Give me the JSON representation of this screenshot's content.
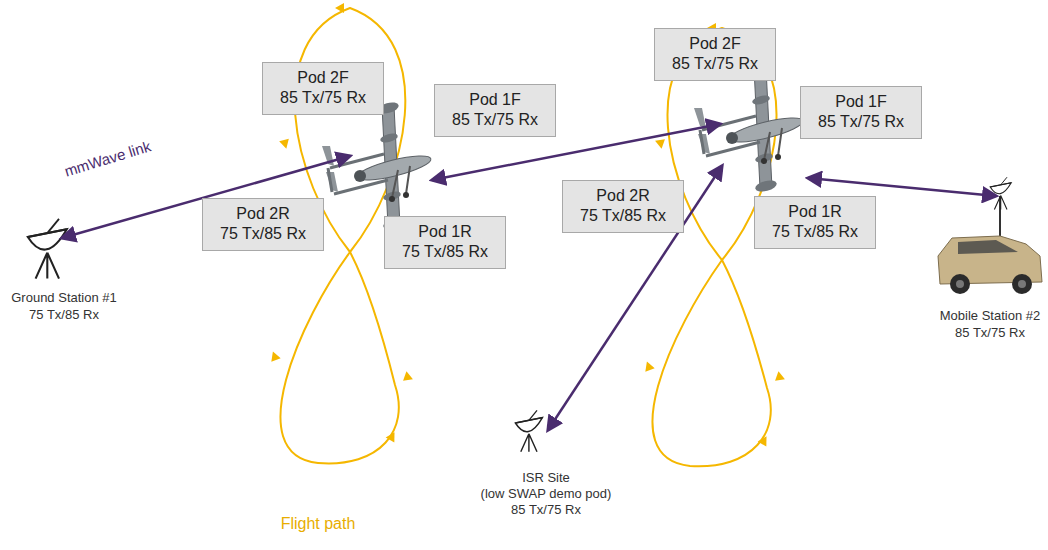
{
  "diagram": {
    "nodes": [
      {
        "text": [
          "Pod 2F",
          "85 Tx/75 Rx"
        ]
      },
      {
        "text": [
          "Pod 1F",
          "85 Tx/75 Rx"
        ]
      },
      {
        "text": [
          "Pod 2R",
          "75 Tx/85 Rx"
        ]
      },
      {
        "text": [
          "Pod 1R",
          "75 Tx/85 Rx"
        ]
      },
      {
        "text": [
          "Pod 2F",
          "85 Tx/75 Rx"
        ]
      },
      {
        "text": [
          "Pod 1F",
          "85 Tx/75 Rx"
        ]
      },
      {
        "text": [
          "Pod 2R",
          "75 Tx/85 Rx"
        ]
      },
      {
        "text": [
          "Pod 1R",
          "75 Tx/85 Rx"
        ]
      }
    ],
    "labels": [
      "mmWave link",
      "Ground Station #1",
      "75 Tx/85 Rx",
      "Flight path",
      "ISR Site",
      "(low SWAP demo pod)",
      "85 Tx/75 Rx",
      "Mobile Station #2",
      "85 Tx/75 Rx"
    ]
  }
}
